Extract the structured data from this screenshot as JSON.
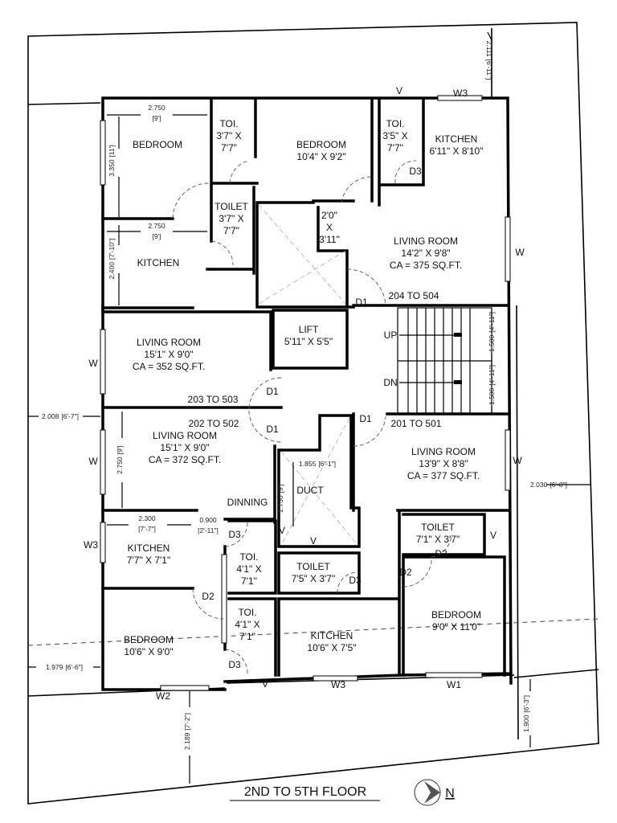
{
  "title": "2ND TO 5TH FLOOR",
  "north": "N",
  "colors": {
    "line": "#000000",
    "background": "#ffffff",
    "north_arrow": "#555555"
  },
  "rooms": [
    {
      "lines": [
        "BEDROOM"
      ]
    },
    {
      "lines": [
        "TOI.",
        "3'7\" X",
        "7'7\""
      ]
    },
    {
      "lines": [
        "BEDROOM",
        "10'4\" X  9'2\""
      ]
    },
    {
      "lines": [
        "TOI.",
        "3'5\" X",
        "7'7\""
      ]
    },
    {
      "lines": [
        "KITCHEN",
        "6'11\" X 8'10\""
      ]
    },
    {
      "lines": [
        "TOILET",
        "3'7\" X",
        "7'7\""
      ]
    },
    {
      "lines": [
        "2'0\"",
        "X",
        "3'11\""
      ]
    },
    {
      "lines": [
        "KITCHEN"
      ]
    },
    {
      "lines": [
        "LIVING ROOM",
        "14'2\" X 9'8\"",
        "CA = 375 SQ.FT."
      ]
    },
    {
      "lines": [
        "LIFT",
        "5'11\" X 5'5\""
      ]
    },
    {
      "lines": [
        "LIVING ROOM",
        "15'1\" X 9'0\"",
        "CA = 352 SQ.FT."
      ]
    },
    {
      "lines": [
        "LIVING ROOM",
        "15'1\" X 9'0\"",
        "CA = 372 SQ.FT."
      ]
    },
    {
      "lines": [
        "LIVING ROOM",
        "13'9\" X 8'8\"",
        "CA = 377 SQ.FT."
      ]
    },
    {
      "lines": [
        "DUCT"
      ]
    },
    {
      "lines": [
        "DINNING"
      ]
    },
    {
      "lines": [
        "KITCHEN",
        "7'7\" X 7'1\""
      ]
    },
    {
      "lines": [
        "TOI.",
        "4'1\" X",
        "7'1\""
      ]
    },
    {
      "lines": [
        "TOILET",
        "7'5\" X 3'7\""
      ]
    },
    {
      "lines": [
        "TOI.",
        "4'1\" X",
        "7'1\""
      ]
    },
    {
      "lines": [
        "BEDROOM",
        "10'6\" X 9'0\""
      ]
    },
    {
      "lines": [
        "KITCHEN",
        "10'6\" X  7'5\""
      ]
    },
    {
      "lines": [
        "TOILET",
        "7'1\" X 3'7\""
      ]
    },
    {
      "lines": [
        "BEDROOM",
        "9'0\" X 11'0\""
      ]
    }
  ],
  "units": [
    "204 TO 504",
    "203 TO 503",
    "202 TO 502",
    "201 TO 501"
  ],
  "doors": [
    "D1",
    "D1",
    "D1",
    "D1",
    "D3",
    "D3",
    "D3",
    "D3",
    "D3",
    "D2",
    "D2"
  ],
  "windows": [
    "V",
    "W3",
    "W",
    "W",
    "W",
    "W3",
    "W",
    "V",
    "V",
    "V",
    "W2",
    "V",
    "W3",
    "W1"
  ],
  "stairs": [
    "UP",
    "DN"
  ],
  "dimensions": [
    {
      "metric": "2.750",
      "imperial": "[9']"
    },
    {
      "metric": "3.350",
      "imperial": "[11']"
    },
    {
      "metric": "2.750",
      "imperial": "[9']"
    },
    {
      "metric": "2.400",
      "imperial": "[7'-10\"]"
    },
    {
      "metric": "2.111",
      "imperial": "[6'-11\"]"
    },
    {
      "metric": "1.500",
      "imperial": "[4'-11\"]"
    },
    {
      "metric": "1.500",
      "imperial": "[4'-11\"]"
    },
    {
      "metric": "2.008",
      "imperial": "[6'-7\"]"
    },
    {
      "metric": "2.750",
      "imperial": "[9']"
    },
    {
      "metric": "1.855",
      "imperial": "[6'-1\"]"
    },
    {
      "metric": "2.750",
      "imperial": "[9']"
    },
    {
      "metric": "2.030",
      "imperial": "[6'-8\"]"
    },
    {
      "metric": "2.300",
      "imperial": "[7'-7\"]"
    },
    {
      "metric": "0.900",
      "imperial": "[2'-11\"]"
    },
    {
      "metric": "1.979",
      "imperial": "[6'-6\"]"
    },
    {
      "metric": "2.189",
      "imperial": "[7'-2\"]"
    },
    {
      "metric": "1.900",
      "imperial": "[6'-3\"]"
    }
  ]
}
